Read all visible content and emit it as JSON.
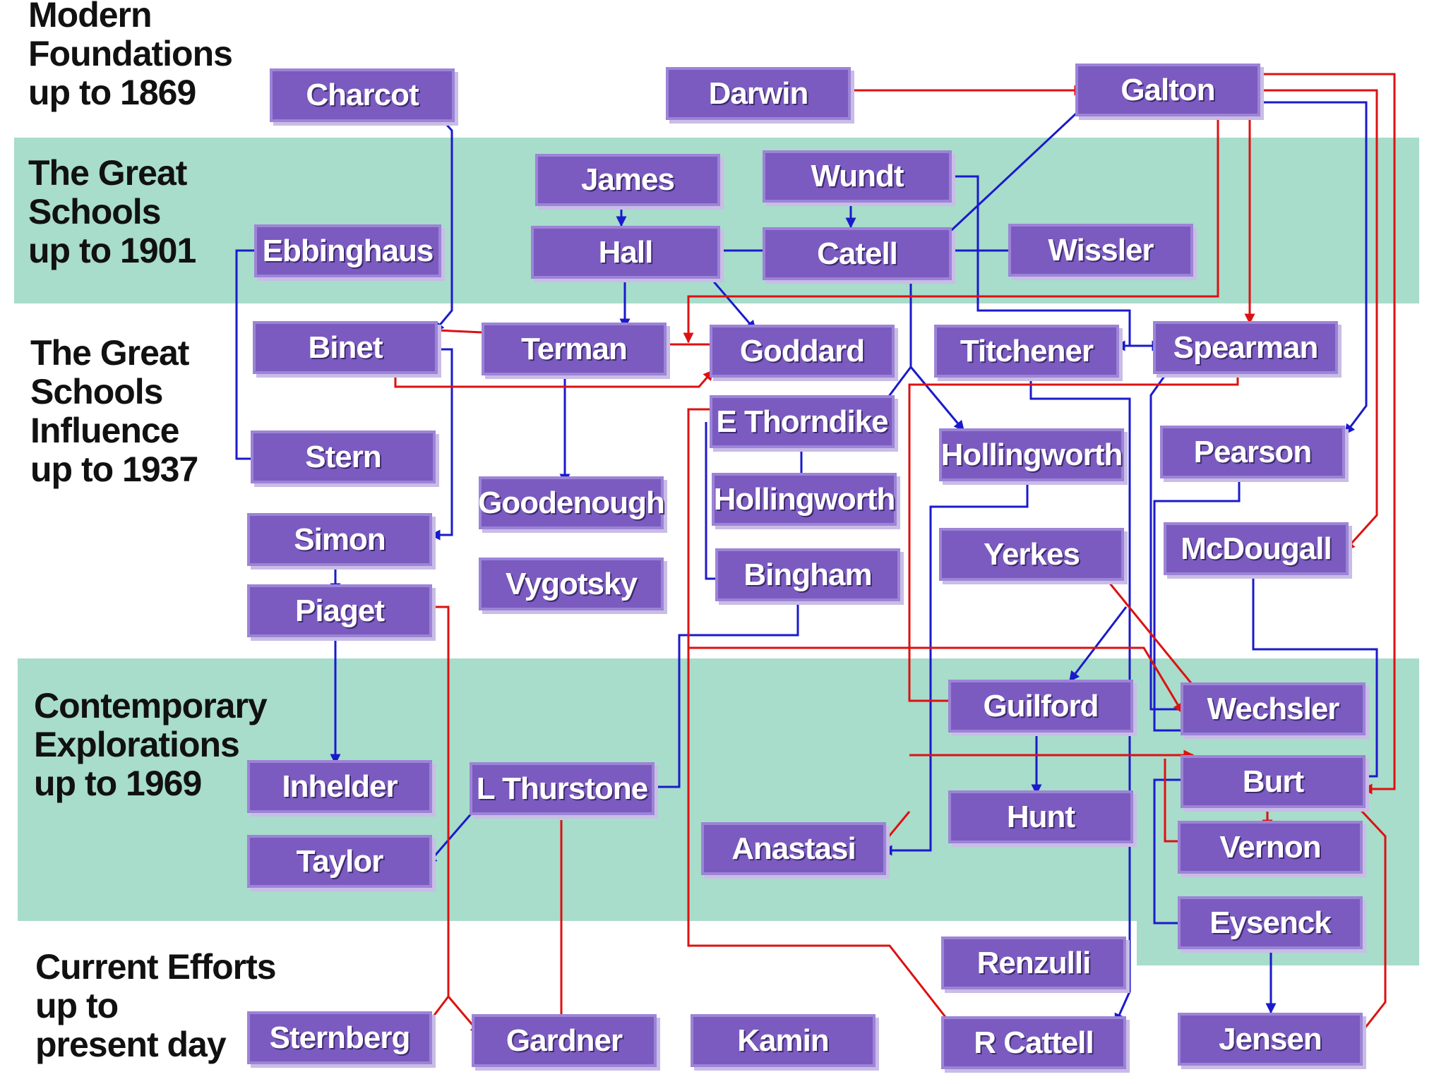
{
  "eras": {
    "modern_foundations": "Modern\nFoundations\nup to 1869",
    "great_schools": "The Great\nSchools\nup to 1901",
    "great_schools_influence": "The Great\nSchools\nInfluence\nup to 1937",
    "contemporary": "Contemporary\nExplorations\nup to 1969",
    "current": "Current Efforts\nup to\npresent day"
  },
  "nodes": {
    "charcot": "Charcot",
    "darwin": "Darwin",
    "galton": "Galton",
    "james": "James",
    "wundt": "Wundt",
    "ebbinghaus": "Ebbinghaus",
    "hall": "Hall",
    "catell": "Catell",
    "wissler": "Wissler",
    "binet": "Binet",
    "terman": "Terman",
    "goddard": "Goddard",
    "titchener": "Titchener",
    "spearman": "Spearman",
    "e_thorndike": "E Thorndike",
    "stern": "Stern",
    "hollingworth_right": "Hollingworth",
    "pearson": "Pearson",
    "goodenough": "Goodenough",
    "hollingworth_mid": "Hollingworth",
    "simon": "Simon",
    "yerkes": "Yerkes",
    "mcdougall": "McDougall",
    "vygotsky": "Vygotsky",
    "bingham": "Bingham",
    "piaget": "Piaget",
    "guilford": "Guilford",
    "wechsler": "Wechsler",
    "inhelder": "Inhelder",
    "l_thurstone": "L Thurstone",
    "burt": "Burt",
    "hunt": "Hunt",
    "anastasi": "Anastasi",
    "taylor": "Taylor",
    "vernon": "Vernon",
    "eysenck": "Eysenck",
    "renzulli": "Renzulli",
    "sternberg": "Sternberg",
    "gardner": "Gardner",
    "kamin": "Kamin",
    "r_cattell": "R Cattell",
    "jensen": "Jensen"
  },
  "colors": {
    "band": "#a8dccb",
    "node_fill": "#7b5bc0",
    "blue_link": "#1a1acc",
    "red_link": "#dd1111"
  }
}
